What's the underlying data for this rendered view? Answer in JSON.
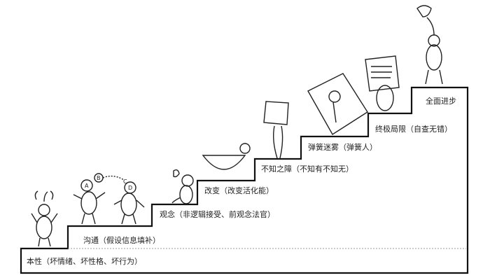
{
  "steps": [
    {
      "label": "本性（坏情绪、坏性格、坏行为）"
    },
    {
      "label": "沟通（假设信息填补）"
    },
    {
      "label": "观念（非逻辑接受、前观念法官）"
    },
    {
      "label": "改变（改变活化能）"
    },
    {
      "label": "不知之障（不知有不知无）"
    },
    {
      "label": "弹簧迷雾（弹簧人）"
    },
    {
      "label": "终极局限（自查无错）"
    },
    {
      "label": "全面进步"
    }
  ],
  "figure_letters": {
    "a": "A",
    "b": "B",
    "c": "C",
    "d": "D"
  }
}
